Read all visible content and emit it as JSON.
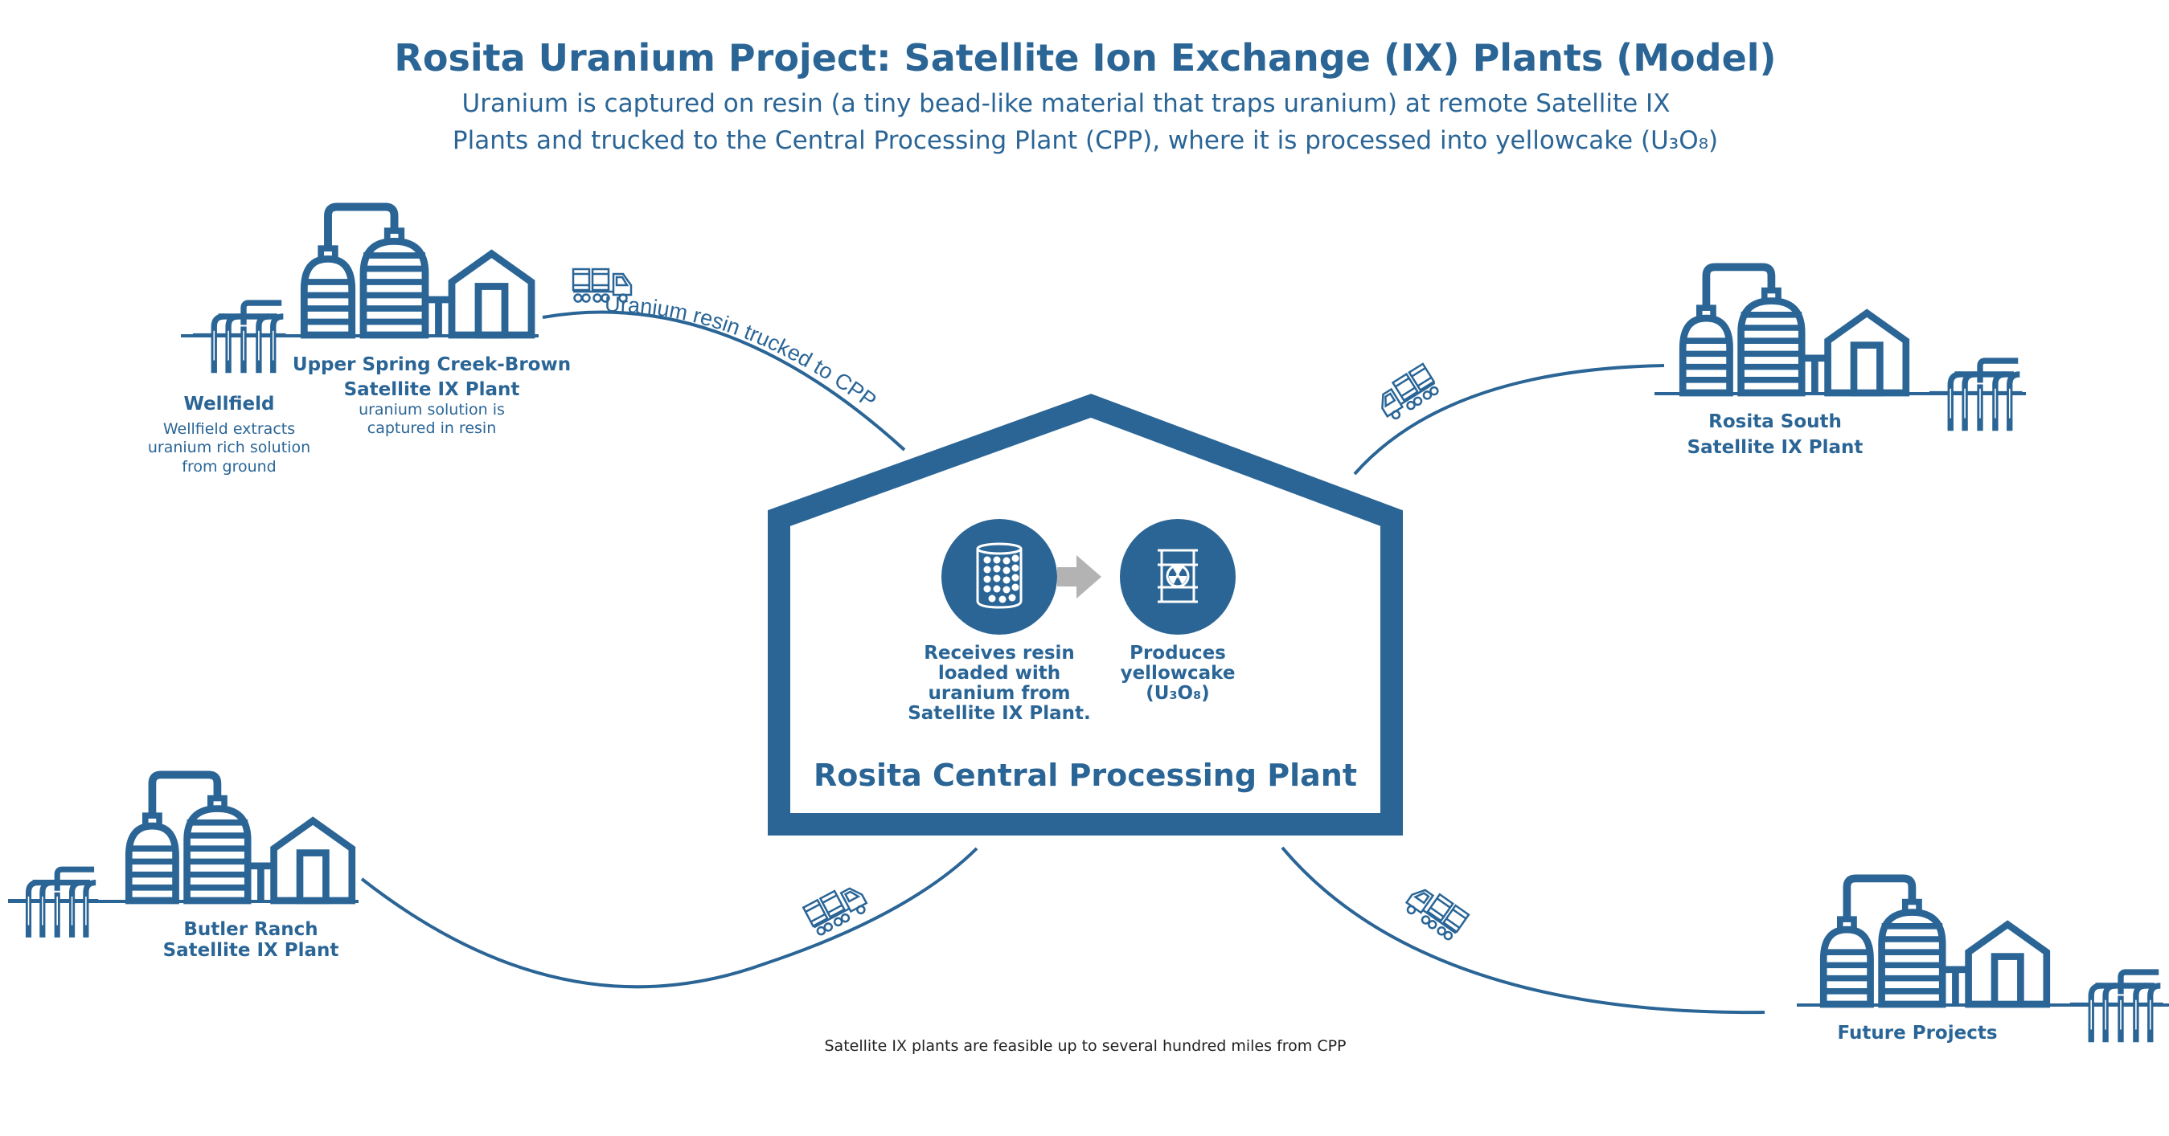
{
  "header": {
    "title": "Rosita Uranium Project: Satellite Ion Exchange (IX) Plants (Model)",
    "subtitle_line1": "Uranium is captured on resin (a tiny bead-like material that traps uranium) at remote Satellite IX",
    "subtitle_line2": "Plants and trucked to the Central Processing Plant (CPP), where it is processed into yellowcake (U₃O₈)"
  },
  "colors": {
    "primary": "#2a6596",
    "arrow_gray": "#b3b3b3",
    "footnote": "#222222",
    "background": "#ffffff"
  },
  "central_plant": {
    "name": "Rosita Central Processing Plant",
    "steps": [
      {
        "icon": "resin-cylinder-icon",
        "lines": [
          "Receives resin",
          "loaded with",
          "uranium from",
          "Satellite IX Plant."
        ]
      },
      {
        "icon": "yellowcake-drum-icon",
        "lines": [
          "Produces",
          "yellowcake",
          "(U₃O₈)"
        ]
      }
    ]
  },
  "wellfield": {
    "title": "Wellfield",
    "desc_lines": [
      "Wellfield extracts",
      "uranium rich solution",
      "from ground"
    ]
  },
  "sites": {
    "upper_spring_creek": {
      "title_lines": [
        "Upper Spring Creek-Brown",
        "Satellite IX Plant"
      ],
      "desc_lines": [
        "uranium solution is",
        "captured in resin"
      ]
    },
    "rosita_south": {
      "title_lines": [
        "Rosita South",
        "Satellite IX Plant"
      ]
    },
    "butler_ranch": {
      "title_lines": [
        "Butler Ranch",
        "Satellite IX Plant"
      ]
    },
    "future_projects": {
      "title_lines": [
        "Future Projects"
      ]
    }
  },
  "routes": {
    "curve_label": "Uranium resin trucked to CPP"
  },
  "footnote": "Satellite IX plants are feasible up to several hundred miles from CPP"
}
